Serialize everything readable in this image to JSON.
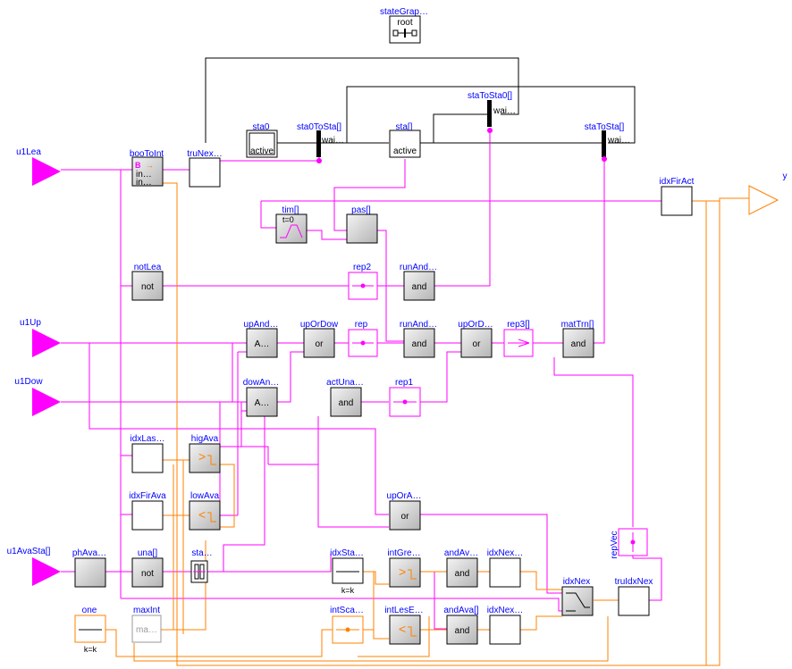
{
  "diagram": {
    "top": {
      "state_graph": "stateGrap…",
      "root": "root"
    },
    "states": {
      "sta0": "sta0",
      "sta0_inner": "active",
      "sta": "sta[]",
      "sta_inner": "active",
      "sta0ToSta": "sta0ToSta[]",
      "sta0ToSta_inner": "wai…",
      "staToSta0": "staToSta0[]",
      "staToSta0_inner": "wai…",
      "staToSta": "staToSta[]",
      "staToSta_inner": "wai…"
    },
    "inputs": {
      "u1Lea": "u1Lea",
      "u1Up": "u1Up",
      "u1Dow": "u1Dow",
      "u1AvaSta": "u1AvaSta[]"
    },
    "output": {
      "y": "y"
    },
    "blocks": {
      "booToInt": {
        "name": "booToInt",
        "line1": "in…",
        "line2": "in…",
        "glyph": "B"
      },
      "truNex": {
        "name": "truNex…"
      },
      "idxFirAct": {
        "name": "idxFirAct"
      },
      "tim": {
        "name": "tim[]",
        "inner": "t=0"
      },
      "pas": {
        "name": "pas[]"
      },
      "notLea": {
        "name": "notLea",
        "inner": "not"
      },
      "rep2": {
        "name": "rep2"
      },
      "runAnd1": {
        "name": "runAnd…",
        "inner": "and"
      },
      "upAnd": {
        "name": "upAnd…",
        "inner": "A…"
      },
      "upOrDow": {
        "name": "upOrDow",
        "inner": "or"
      },
      "rep": {
        "name": "rep"
      },
      "runAnd2": {
        "name": "runAnd…",
        "inner": "and"
      },
      "upOrD2": {
        "name": "upOrD…",
        "inner": "or"
      },
      "rep3": {
        "name": "rep3[]"
      },
      "matTrn": {
        "name": "matTrn[]",
        "inner": "and"
      },
      "dowAn": {
        "name": "dowAn…",
        "inner": "A…"
      },
      "actUna": {
        "name": "actUna…",
        "inner": "and"
      },
      "rep1": {
        "name": "rep1"
      },
      "idxLas": {
        "name": "idxLas…"
      },
      "higAva": {
        "name": "higAva",
        "inner": ">"
      },
      "idxFirAva": {
        "name": "idxFirAva"
      },
      "lowAva": {
        "name": "lowAva",
        "inner": "<"
      },
      "upOrA": {
        "name": "upOrA…",
        "inner": "or"
      },
      "phAva": {
        "name": "phAva…"
      },
      "una": {
        "name": "una[]",
        "inner": "not"
      },
      "sta_bb": {
        "name": "sta…"
      },
      "idxSta": {
        "name": "idxSta…",
        "param": "k=k"
      },
      "intGre": {
        "name": "intGre…",
        "inner": ">"
      },
      "andAv": {
        "name": "andAv…",
        "inner": "and"
      },
      "idxNex1": {
        "name": "idxNex…"
      },
      "idxNex": {
        "name": "idxNex"
      },
      "repVec": {
        "name": "repVec"
      },
      "truIdxNex": {
        "name": "truIdxNex"
      },
      "one": {
        "name": "one",
        "param": "k=k"
      },
      "maxInt": {
        "name": "maxInt",
        "inner": "ma…"
      },
      "intSca": {
        "name": "intSca…"
      },
      "intLesE": {
        "name": "intLesE…",
        "inner": "<"
      },
      "andAva": {
        "name": "andAva[]",
        "inner": "and"
      },
      "idxNex2": {
        "name": "idxNex…"
      }
    }
  },
  "colors": {
    "boolean": "#ff00ff",
    "integer": "#ff8000",
    "label": "#0000ff",
    "block_fill": "#c8c8c8"
  }
}
